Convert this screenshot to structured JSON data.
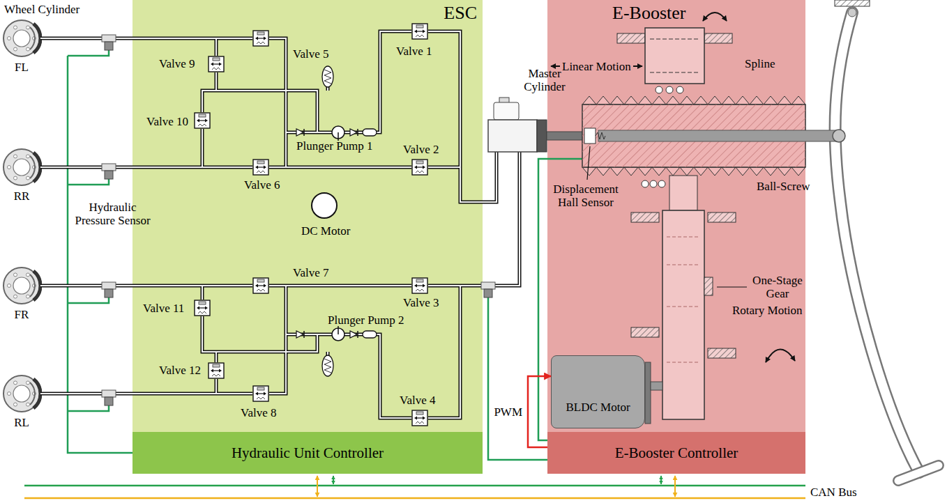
{
  "diagram": {
    "nodes": [
      {
        "text": [
          "FL"
        ]
      },
      {
        "text": [
          "RR"
        ]
      },
      {
        "text": [
          "FR"
        ]
      },
      {
        "text": [
          "RL"
        ]
      },
      {
        "text": [
          "ESC"
        ]
      },
      {
        "text": [
          "Hydraulic Unit Controller"
        ],
        "in": 4
      },
      {
        "text": [
          "E-Booster"
        ]
      },
      {
        "text": [
          "BLDC Motor"
        ],
        "in": 6
      },
      {
        "text": [
          "E-Booster Controller"
        ],
        "in": 6
      }
    ],
    "edges": [
      {
        "from": 8,
        "to": 7,
        "label": "PWM",
        "arrow": "to"
      }
    ],
    "labels": [
      "Wheel Cylinder",
      "Hydraulic Pressure Sensor",
      "Valve 9",
      "Valve 5",
      "Valve 1",
      "Valve 10",
      "Plunger Pump 1",
      "Valve 2",
      "Valve 6",
      "DC Motor",
      "Master Cylinder",
      "Valve 7",
      "Valve 3",
      "Valve 11",
      "Valve 12",
      "Plunger Pump 2",
      "Valve 8",
      "Valve 4",
      "Linear Motion",
      "Spline",
      "Ball-Screw",
      "Displacement Hall Sensor",
      "One-Stage Gear",
      "Rotary Motion",
      "CAN Bus"
    ]
  }
}
